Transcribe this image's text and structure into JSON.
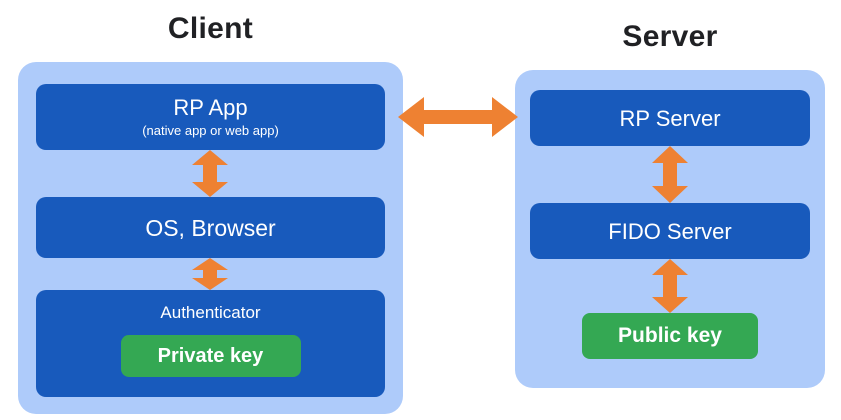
{
  "client": {
    "title": "Client",
    "rp_app": {
      "label": "RP App",
      "sublabel": "(native app or web app)"
    },
    "os_browser": {
      "label": "OS, Browser"
    },
    "authenticator": {
      "label": "Authenticator"
    },
    "private_key": {
      "label": "Private key"
    }
  },
  "server": {
    "title": "Server",
    "rp_server": {
      "label": "RP Server"
    },
    "fido_server": {
      "label": "FIDO Server"
    },
    "public_key": {
      "label": "Public key"
    }
  },
  "icons": {
    "vertical_arrows": "double-headed-vertical-arrow",
    "horizontal_arrow": "double-headed-horizontal-arrow"
  },
  "colors": {
    "panel_bg": "#aecbfa",
    "box_bg": "#185abc",
    "key_bg": "#34a853",
    "arrow": "#ee8132",
    "title_text": "#202124",
    "box_text": "#ffffff"
  }
}
